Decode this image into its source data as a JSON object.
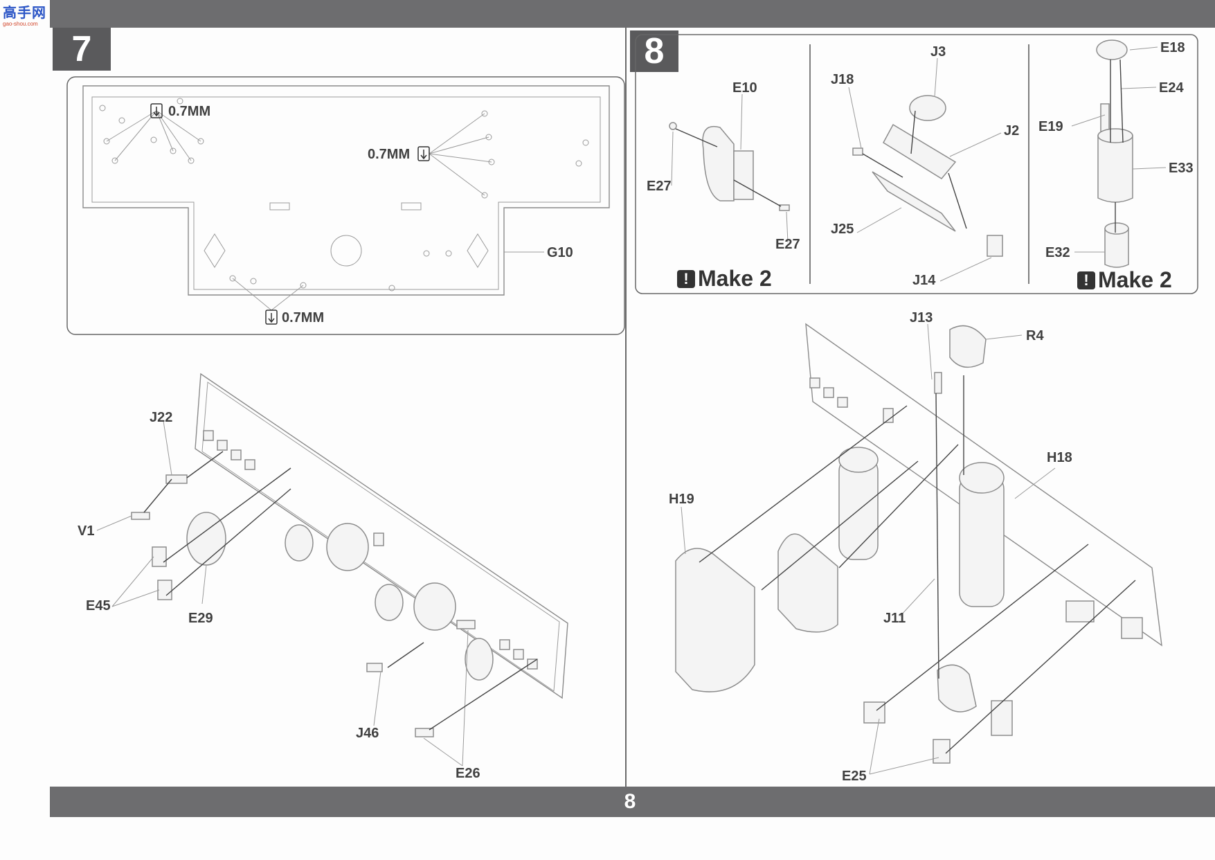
{
  "site_logo": {
    "text": "高手网",
    "sub": "gao-shou.com",
    "color": "#2b55c6"
  },
  "page_number": "8",
  "colors": {
    "band": "#6d6d6f",
    "step_box": "#5a5a5c"
  },
  "step7": {
    "number": "7",
    "drill_labels": [
      "0.7MM",
      "0.7MM",
      "0.7MM"
    ],
    "g10": "G10",
    "parts": {
      "j22": "J22",
      "v1": "V1",
      "e45": "E45",
      "e29": "E29",
      "j46": "J46",
      "e26": "E26"
    }
  },
  "step8": {
    "number": "8",
    "sub_a": {
      "e10": "E10",
      "e27_top": "E27",
      "e27_bottom": "E27",
      "make": "Make 2"
    },
    "sub_b": {
      "j3": "J3",
      "j18": "J18",
      "j2": "J2",
      "j25": "J25",
      "j14": "J14"
    },
    "sub_c": {
      "e18": "E18",
      "e24": "E24",
      "e19": "E19",
      "e33": "E33",
      "e32": "E32",
      "make": "Make 2"
    },
    "main": {
      "j13": "J13",
      "r4": "R4",
      "h18": "H18",
      "h19": "H19",
      "j11": "J11",
      "e25": "E25"
    }
  }
}
